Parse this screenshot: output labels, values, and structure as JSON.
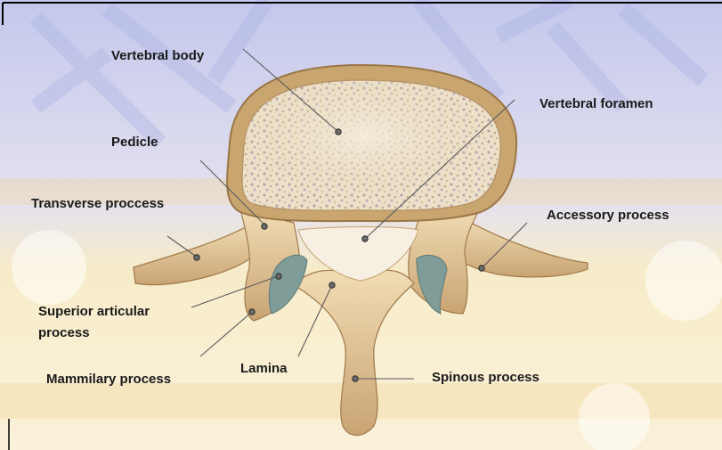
{
  "labels": {
    "vertebral_body": "Vertebral body",
    "vertebral_foramen": "Vertebral foramen",
    "pedicle": "Pedicle",
    "transverse_process": "Transverse proccess",
    "accessory_process": "Accessory process",
    "superior_articular_line1": "Superior articular",
    "superior_articular_line2": "process",
    "mammilary_process": "Mammilary process",
    "lamina": "Lamina",
    "spinous_process": "Spinous process"
  },
  "colors": {
    "bone": "#e6c99a",
    "bone_shadow": "#b9925e",
    "body_surface": "#ead8bc",
    "cortex": "#c9a570",
    "cartilage": "#7b9a96",
    "bg_blue": "#c9cdee",
    "bg_cream": "#f6e9c6",
    "pointer": "#555555"
  }
}
